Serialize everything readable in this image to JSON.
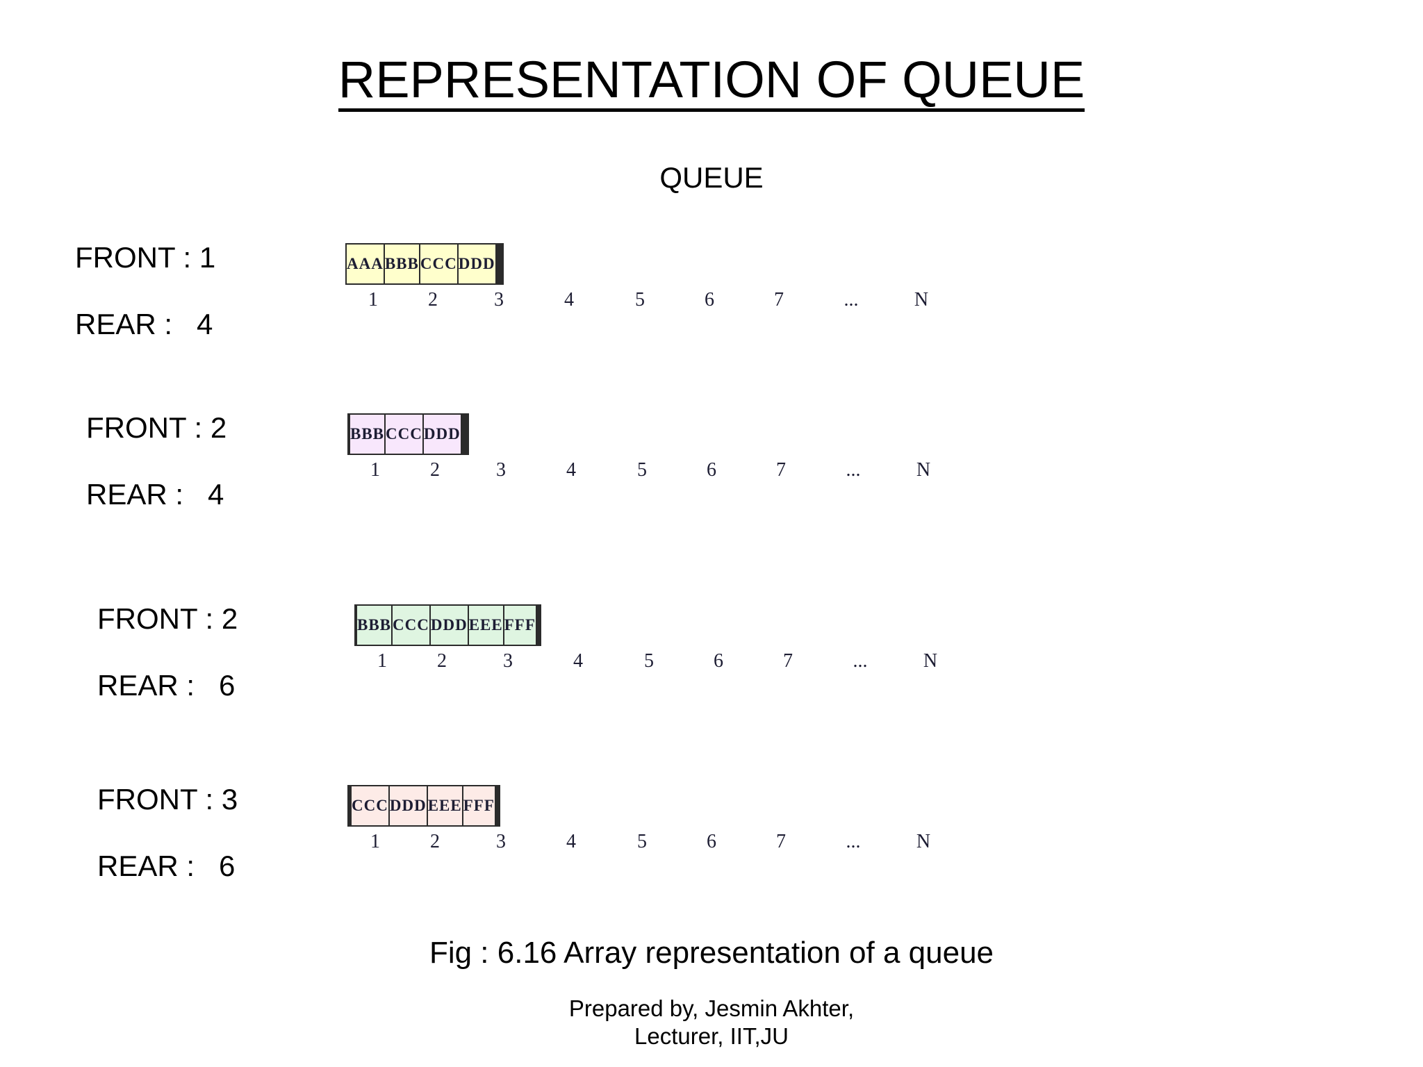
{
  "page": {
    "title": "REPRESENTATION OF QUEUE",
    "subtitle": "QUEUE",
    "caption": "Fig : 6.16  Array representation of a queue",
    "credit_line_1": "Prepared by, Jesmin Akhter,",
    "credit_line_2": "Lecturer, IIT,JU",
    "background": "#ffffff",
    "text_color": "#000000",
    "cell_border_color": "#2b2b2b"
  },
  "index_labels": [
    "1",
    "2",
    "3",
    "4",
    "5",
    "6",
    "7",
    "...",
    "N"
  ],
  "queues": [
    {
      "id": "queue-state-1",
      "front_label": "FRONT : 1",
      "rear_label": "REAR :   4",
      "front": 1,
      "rear": 4,
      "fill_color": "#ffffcc",
      "cells": [
        "AAA",
        "BBB",
        "CCC",
        "DDD",
        "",
        "",
        "",
        "",
        ""
      ]
    },
    {
      "id": "queue-state-2",
      "front_label": "FRONT : 2",
      "rear_label": "REAR :   4",
      "front": 2,
      "rear": 4,
      "fill_color": "#f8e7fc",
      "cells": [
        "",
        "BBB",
        "CCC",
        "DDD",
        "",
        "",
        "",
        "",
        ""
      ]
    },
    {
      "id": "queue-state-3",
      "front_label": "FRONT : 2",
      "rear_label": "REAR :   6",
      "front": 2,
      "rear": 6,
      "fill_color": "#dff5e1",
      "cells": [
        "",
        "BBB",
        "CCC",
        "DDD",
        "EEE",
        "FFF",
        "",
        "",
        ""
      ]
    },
    {
      "id": "queue-state-4",
      "front_label": "FRONT : 3",
      "rear_label": "REAR :   6",
      "front": 3,
      "rear": 6,
      "fill_color": "#fdebe7",
      "cells": [
        "",
        "",
        "CCC",
        "DDD",
        "EEE",
        "FFF",
        "",
        "",
        ""
      ]
    }
  ]
}
